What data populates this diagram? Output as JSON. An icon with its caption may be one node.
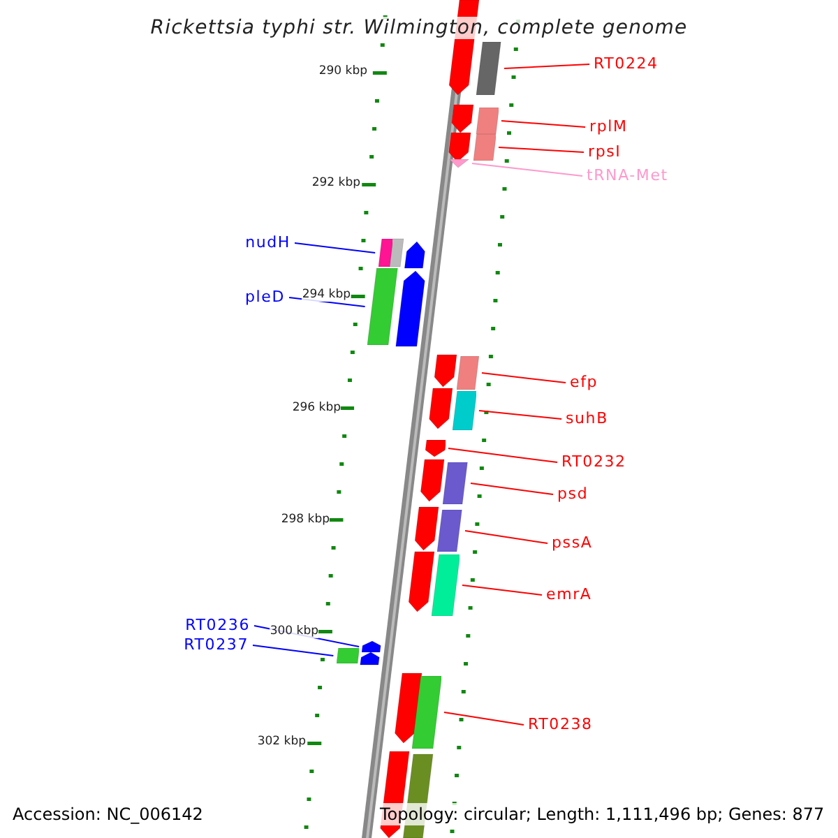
{
  "diagram": {
    "title": "Rickettsia typhi str. Wilmington, complete genome",
    "nodes": [
      {
        "text": [
          "RT0224"
        ]
      },
      {
        "text": [],
        "shape": "box"
      },
      {
        "text": [
          "rplM"
        ]
      },
      {
        "text": [],
        "shape": "box"
      },
      {
        "text": [
          "rpsI"
        ]
      },
      {
        "text": [],
        "shape": "box"
      },
      {
        "text": [
          "tRNA-Met"
        ]
      },
      {
        "text": [],
        "shape": "triangle"
      },
      {
        "text": [
          "nudH"
        ]
      },
      {
        "text": [],
        "shape": "box"
      },
      {
        "text": [
          "pleD"
        ]
      },
      {
        "text": [],
        "shape": "box"
      },
      {
        "text": [
          "efp"
        ]
      },
      {
        "text": [],
        "shape": "box"
      },
      {
        "text": [
          "suhB"
        ]
      },
      {
        "text": [],
        "shape": "box"
      },
      {
        "text": [
          "RT0232"
        ]
      },
      {
        "text": [],
        "shape": "arrow"
      },
      {
        "text": [
          "psd"
        ]
      },
      {
        "text": [],
        "shape": "box"
      },
      {
        "text": [
          "pssA"
        ]
      },
      {
        "text": [],
        "shape": "box"
      },
      {
        "text": [
          "emrA"
        ]
      },
      {
        "text": [],
        "shape": "box"
      },
      {
        "text": [
          "RT0236"
        ]
      },
      {
        "text": [],
        "shape": "arrow"
      },
      {
        "text": [
          "RT0237"
        ]
      },
      {
        "text": [],
        "shape": "box"
      },
      {
        "text": [
          "RT0238"
        ]
      },
      {
        "text": [],
        "shape": "box"
      }
    ],
    "edges": [
      {
        "from": 0,
        "to": 1,
        "arrow": "none"
      },
      {
        "from": 2,
        "to": 3,
        "arrow": "none"
      },
      {
        "from": 4,
        "to": 5,
        "arrow": "none"
      },
      {
        "from": 6,
        "to": 7,
        "arrow": "none",
        "color": "#ff99cc"
      },
      {
        "from": 8,
        "to": 9,
        "arrow": "none",
        "color": "#0000ff"
      },
      {
        "from": 10,
        "to": 11,
        "arrow": "none",
        "color": "#0000ff"
      },
      {
        "from": 12,
        "to": 13,
        "arrow": "none"
      },
      {
        "from": 14,
        "to": 15,
        "arrow": "none"
      },
      {
        "from": 16,
        "to": 17,
        "arrow": "none"
      },
      {
        "from": 18,
        "to": 19,
        "arrow": "none"
      },
      {
        "from": 20,
        "to": 21,
        "arrow": "none"
      },
      {
        "from": 22,
        "to": 23,
        "arrow": "none"
      },
      {
        "from": 24,
        "to": 25,
        "arrow": "none",
        "color": "#0000ff"
      },
      {
        "from": 26,
        "to": 27,
        "arrow": "none",
        "color": "#0000ff"
      },
      {
        "from": 28,
        "to": 29,
        "arrow": "none"
      }
    ],
    "labels": [
      "290 kbp",
      "292 kbp",
      "294 kbp",
      "296 kbp",
      "298 kbp",
      "300 kbp",
      "302 kbp",
      "Accession: NC_006142",
      "Topology: circular; Length: 1,111,496 bp; Genes: 877"
    ]
  }
}
